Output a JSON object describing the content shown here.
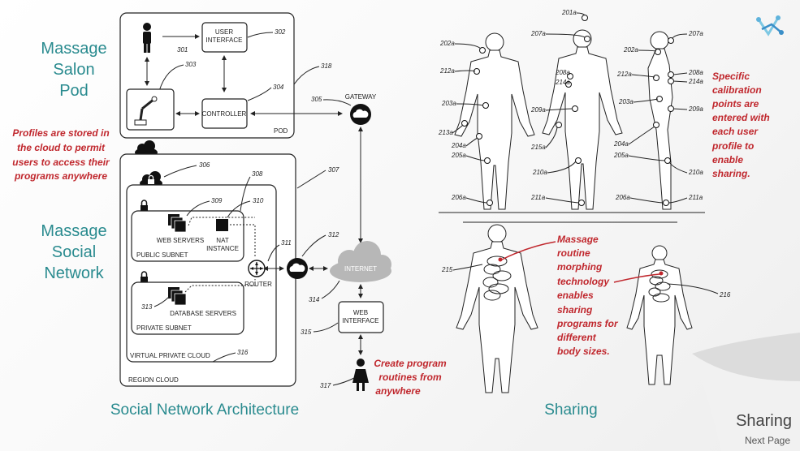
{
  "left_labels": {
    "pod_title": [
      "Massage",
      "Salon",
      "Pod"
    ],
    "network_title": [
      "Massage",
      "Social",
      "Network"
    ],
    "cloud_note": [
      "Profiles are stored in",
      "the cloud to permit",
      "users to access their",
      "programs anywhere"
    ]
  },
  "architecture": {
    "user_interface": [
      "USER",
      "INTERFACE"
    ],
    "controller": "CONTROLLER",
    "pod": "POD",
    "gateway": "GATEWAY",
    "internet": "INTERNET",
    "router": "ROUTER",
    "web_servers": "WEB SERVERS",
    "nat_instance": [
      "NAT",
      "INSTANCE"
    ],
    "public_subnet": "PUBLIC SUBNET",
    "database_servers": "DATABASE SERVERS",
    "private_subnet": "PRIVATE SUBNET",
    "virtual_private_cloud": "VIRTUAL PRIVATE CLOUD",
    "region_cloud": "REGION CLOUD",
    "web_interface": [
      "WEB",
      "INTERFACE"
    ],
    "refs": {
      "r301": "301",
      "r302": "302",
      "r303": "303",
      "r304": "304",
      "r305": "305",
      "r306": "306",
      "r307": "307",
      "r308": "308",
      "r309": "309",
      "r310": "310",
      "r311": "311",
      "r312": "312",
      "r313": "313",
      "r314": "314",
      "r315": "315",
      "r316": "316",
      "r317": "317",
      "r318": "318"
    },
    "create_note": [
      "Create program",
      "routines from",
      "anywhere"
    ],
    "caption": "Social Network Architecture"
  },
  "sharing": {
    "calibration_note": [
      "Specific",
      "calibration",
      "points are",
      "entered with",
      "each user",
      "profile to",
      "enable",
      "sharing."
    ],
    "morphing_note": [
      "Massage",
      "routine",
      "morphing",
      "technology",
      "enables",
      "sharing",
      "programs for",
      "different",
      "body sizes."
    ],
    "refs": {
      "r201a": "201a",
      "r202a": "202a",
      "r202a_b": "202a",
      "r207a": "207a",
      "r207a_b": "207a",
      "r212a": "212a",
      "r212a_b": "212a",
      "r203a": "203a",
      "r203a_b": "203a",
      "r213a": "213a",
      "r204a": "204a",
      "r204a_b": "204a",
      "r205a": "205a",
      "r205a_b": "205a",
      "r206a": "206a",
      "r206a_b": "206a",
      "r208a": "208a",
      "r208a_b": "208a",
      "r214a": "214a",
      "r214a_b": "214a",
      "r209a": "209a",
      "r209a_b": "209a",
      "r215a": "215a",
      "r210a": "210a",
      "r210a_b": "210a",
      "r211a": "211a",
      "r211a_b": "211a",
      "r215": "215",
      "r216": "216"
    },
    "caption": "Sharing"
  },
  "footer": {
    "title": "Sharing",
    "next": "Next Page"
  },
  "colors": {
    "teal": "#2a8b8f",
    "red": "#c0272d"
  }
}
